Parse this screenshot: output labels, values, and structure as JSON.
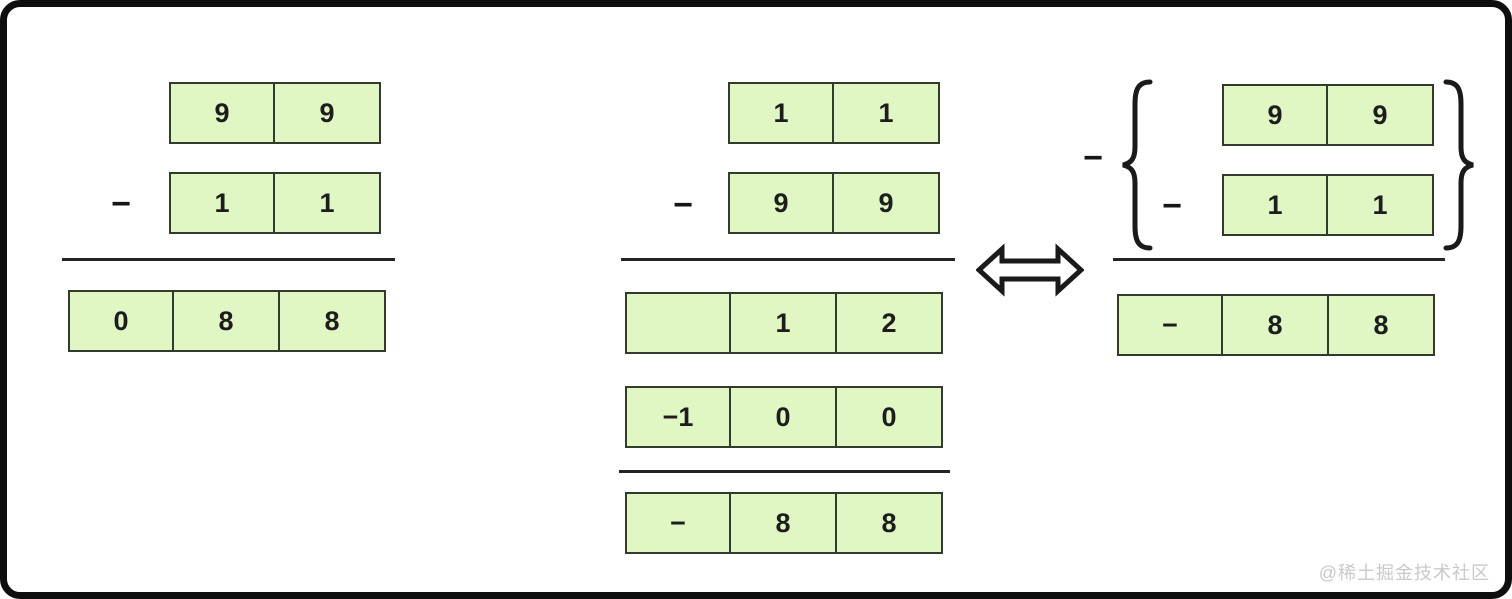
{
  "diagram_title": "big-number subtraction borrow illustration",
  "colors": {
    "cell_fill": "#e0f6c3",
    "cell_border": "#333b2c",
    "line": "#242424",
    "text": "#1d1d1d",
    "frame": "#0e0e0e",
    "watermark": "#c9c9c9"
  },
  "icons": {
    "equivalence_arrow": "double-headed-arrow",
    "left_brace": "{",
    "right_brace": "}"
  },
  "left": {
    "minus": "−",
    "minuend": [
      "9",
      "9"
    ],
    "subtrahend": [
      "1",
      "1"
    ],
    "result": [
      "0",
      "8",
      "8"
    ]
  },
  "middle": {
    "minus": "−",
    "minuend": [
      "1",
      "1"
    ],
    "subtrahend": [
      "9",
      "9"
    ],
    "partial": [
      "",
      "1",
      "2"
    ],
    "borrow": [
      "−1",
      "0",
      "0"
    ],
    "result": [
      "−",
      "8",
      "8"
    ]
  },
  "right": {
    "outer_minus": "−",
    "inner_minus": "−",
    "minuend": [
      "9",
      "9"
    ],
    "subtrahend": [
      "1",
      "1"
    ],
    "result": [
      "−",
      "8",
      "8"
    ]
  },
  "watermark": {
    "text": "@稀土掘金技术社区"
  }
}
